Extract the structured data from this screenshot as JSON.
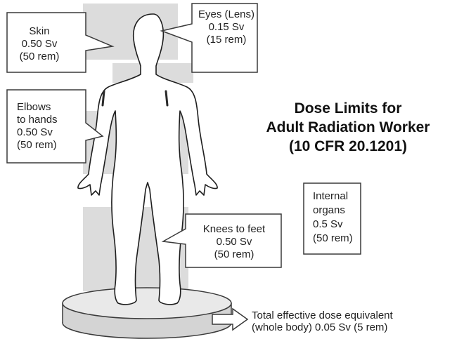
{
  "title": {
    "line1": "Dose Limits for",
    "line2": "Adult Radiation Worker",
    "line3": "(10 CFR 20.1201)"
  },
  "callouts": {
    "skin": "Skin\n0.50 Sv\n(50 rem)",
    "eyes": "Eyes (Lens)\n0.15 Sv\n(15 rem)",
    "elbows": "Elbows\nto hands\n0.50 Sv\n(50 rem)",
    "internal": "Internal\norgans\n0.5 Sv\n(50 rem)",
    "knees": "Knees to feet\n0.50 Sv\n(50 rem)"
  },
  "total": {
    "line1": "Total effective dose equivalent",
    "line2": "(whole body) 0.05 Sv (5 rem)"
  },
  "colors": {
    "band": "#dcdcdc",
    "box_border": "#3a3a3a",
    "body_outline": "#1e1e1e",
    "dark_arm": "#2a2a2a"
  }
}
